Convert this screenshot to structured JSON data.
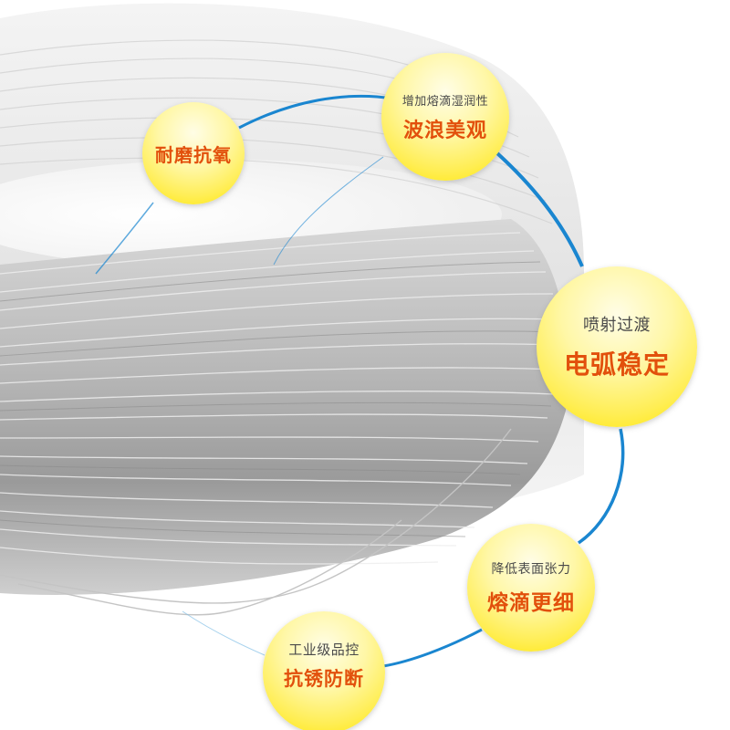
{
  "product_image": {
    "subject": "coil of stainless steel welding wire",
    "background_color": "#ffffff",
    "arc_color": "#1a86d0",
    "badge_color_top": "#fffde6",
    "badge_color_bottom": "#ffe600",
    "sub_text_color": "#4a4a4a",
    "main_text_color": "#e2500c"
  },
  "features": [
    {
      "id": "wear",
      "sub": "",
      "main": "耐磨抗氧"
    },
    {
      "id": "wetting",
      "sub": "增加熔滴湿润性",
      "main": "波浪美观"
    },
    {
      "id": "arc",
      "sub": "喷射过渡",
      "main": "电弧稳定"
    },
    {
      "id": "tension",
      "sub": "降低表面张力",
      "main": "熔滴更细"
    },
    {
      "id": "quality",
      "sub": "工业级品控",
      "main": "抗锈防断"
    }
  ]
}
